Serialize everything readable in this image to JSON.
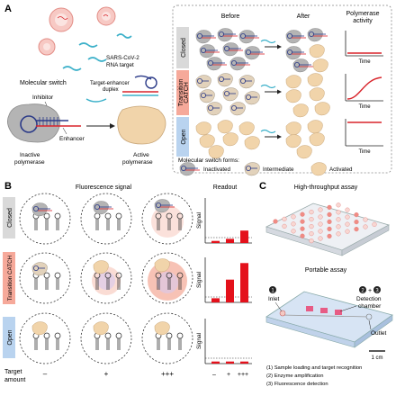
{
  "panels": {
    "a": {
      "letter": "A",
      "virus_target_label_1": "SARS-CoV-2",
      "virus_target_label_2": "RNA target",
      "molecular_switch_label": "Molecular switch",
      "inhibitor_label": "Inhibitor",
      "enhancer_label": "Enhancer",
      "duplex_label_1": "Target-enhancer",
      "duplex_label_2": "duplex",
      "inactive_label_1": "Inactive",
      "inactive_label_2": "polymerase",
      "active_label_1": "Active",
      "active_label_2": "polymerase",
      "col_before": "Before",
      "col_after": "After",
      "col_activity_1": "Polymerase",
      "col_activity_2": "activity",
      "time_label": "Time",
      "rows": [
        {
          "label_1": "Closed",
          "label_2": "",
          "color": "#d9d9d9"
        },
        {
          "label_1": "Transition",
          "label_2": "CATCH",
          "color": "#f6a99a"
        },
        {
          "label_1": "Open",
          "label_2": "",
          "color": "#b9d3ef"
        }
      ],
      "legend_title": "Molecular switch forms:",
      "legend_items": [
        "Inactivated",
        "Intermediate",
        "Activated"
      ]
    },
    "b": {
      "letter": "B",
      "fluor_title": "Fluorescence signal",
      "readout_title": "Readout",
      "signal_label": "Signal",
      "rows": [
        "Closed",
        "Transition CATCH",
        "Open"
      ],
      "target_amount_label_1": "Target",
      "target_amount_label_2": "amount",
      "amounts": [
        "–",
        "+",
        "+++"
      ],
      "readout": [
        {
          "row": "Closed",
          "values": [
            0.05,
            0.1,
            0.3
          ]
        },
        {
          "row": "Transition CATCH",
          "values": [
            0.1,
            0.55,
            0.95
          ]
        },
        {
          "row": "Open",
          "values": [
            0.05,
            0.05,
            0.05
          ]
        }
      ],
      "bar_color": "#e4111b"
    },
    "c": {
      "letter": "C",
      "hts_title": "High-throughput assay",
      "portable_title": "Portable assay",
      "inlet_label": "Inlet",
      "inlet_num": "1",
      "detection_label_1": "Detection",
      "detection_label_2": "chamber",
      "detection_num_a": "2",
      "detection_plus": "+",
      "detection_num_b": "3",
      "outlet_label": "Outlet",
      "scale_label": "1 cm",
      "steps": [
        "(1)  Sample loading and target recognition",
        "(2)  Enzyme amplification",
        "(3)  Fluorescence detection"
      ]
    }
  },
  "colors": {
    "polymerase_inactive": "#b4b4b4",
    "polymerase_active": "#f1d4aa",
    "inhibitor": "#2b3a88",
    "enhancer": "#d8232a",
    "rna": "#3bb0c9",
    "curve": "#d8232a"
  }
}
